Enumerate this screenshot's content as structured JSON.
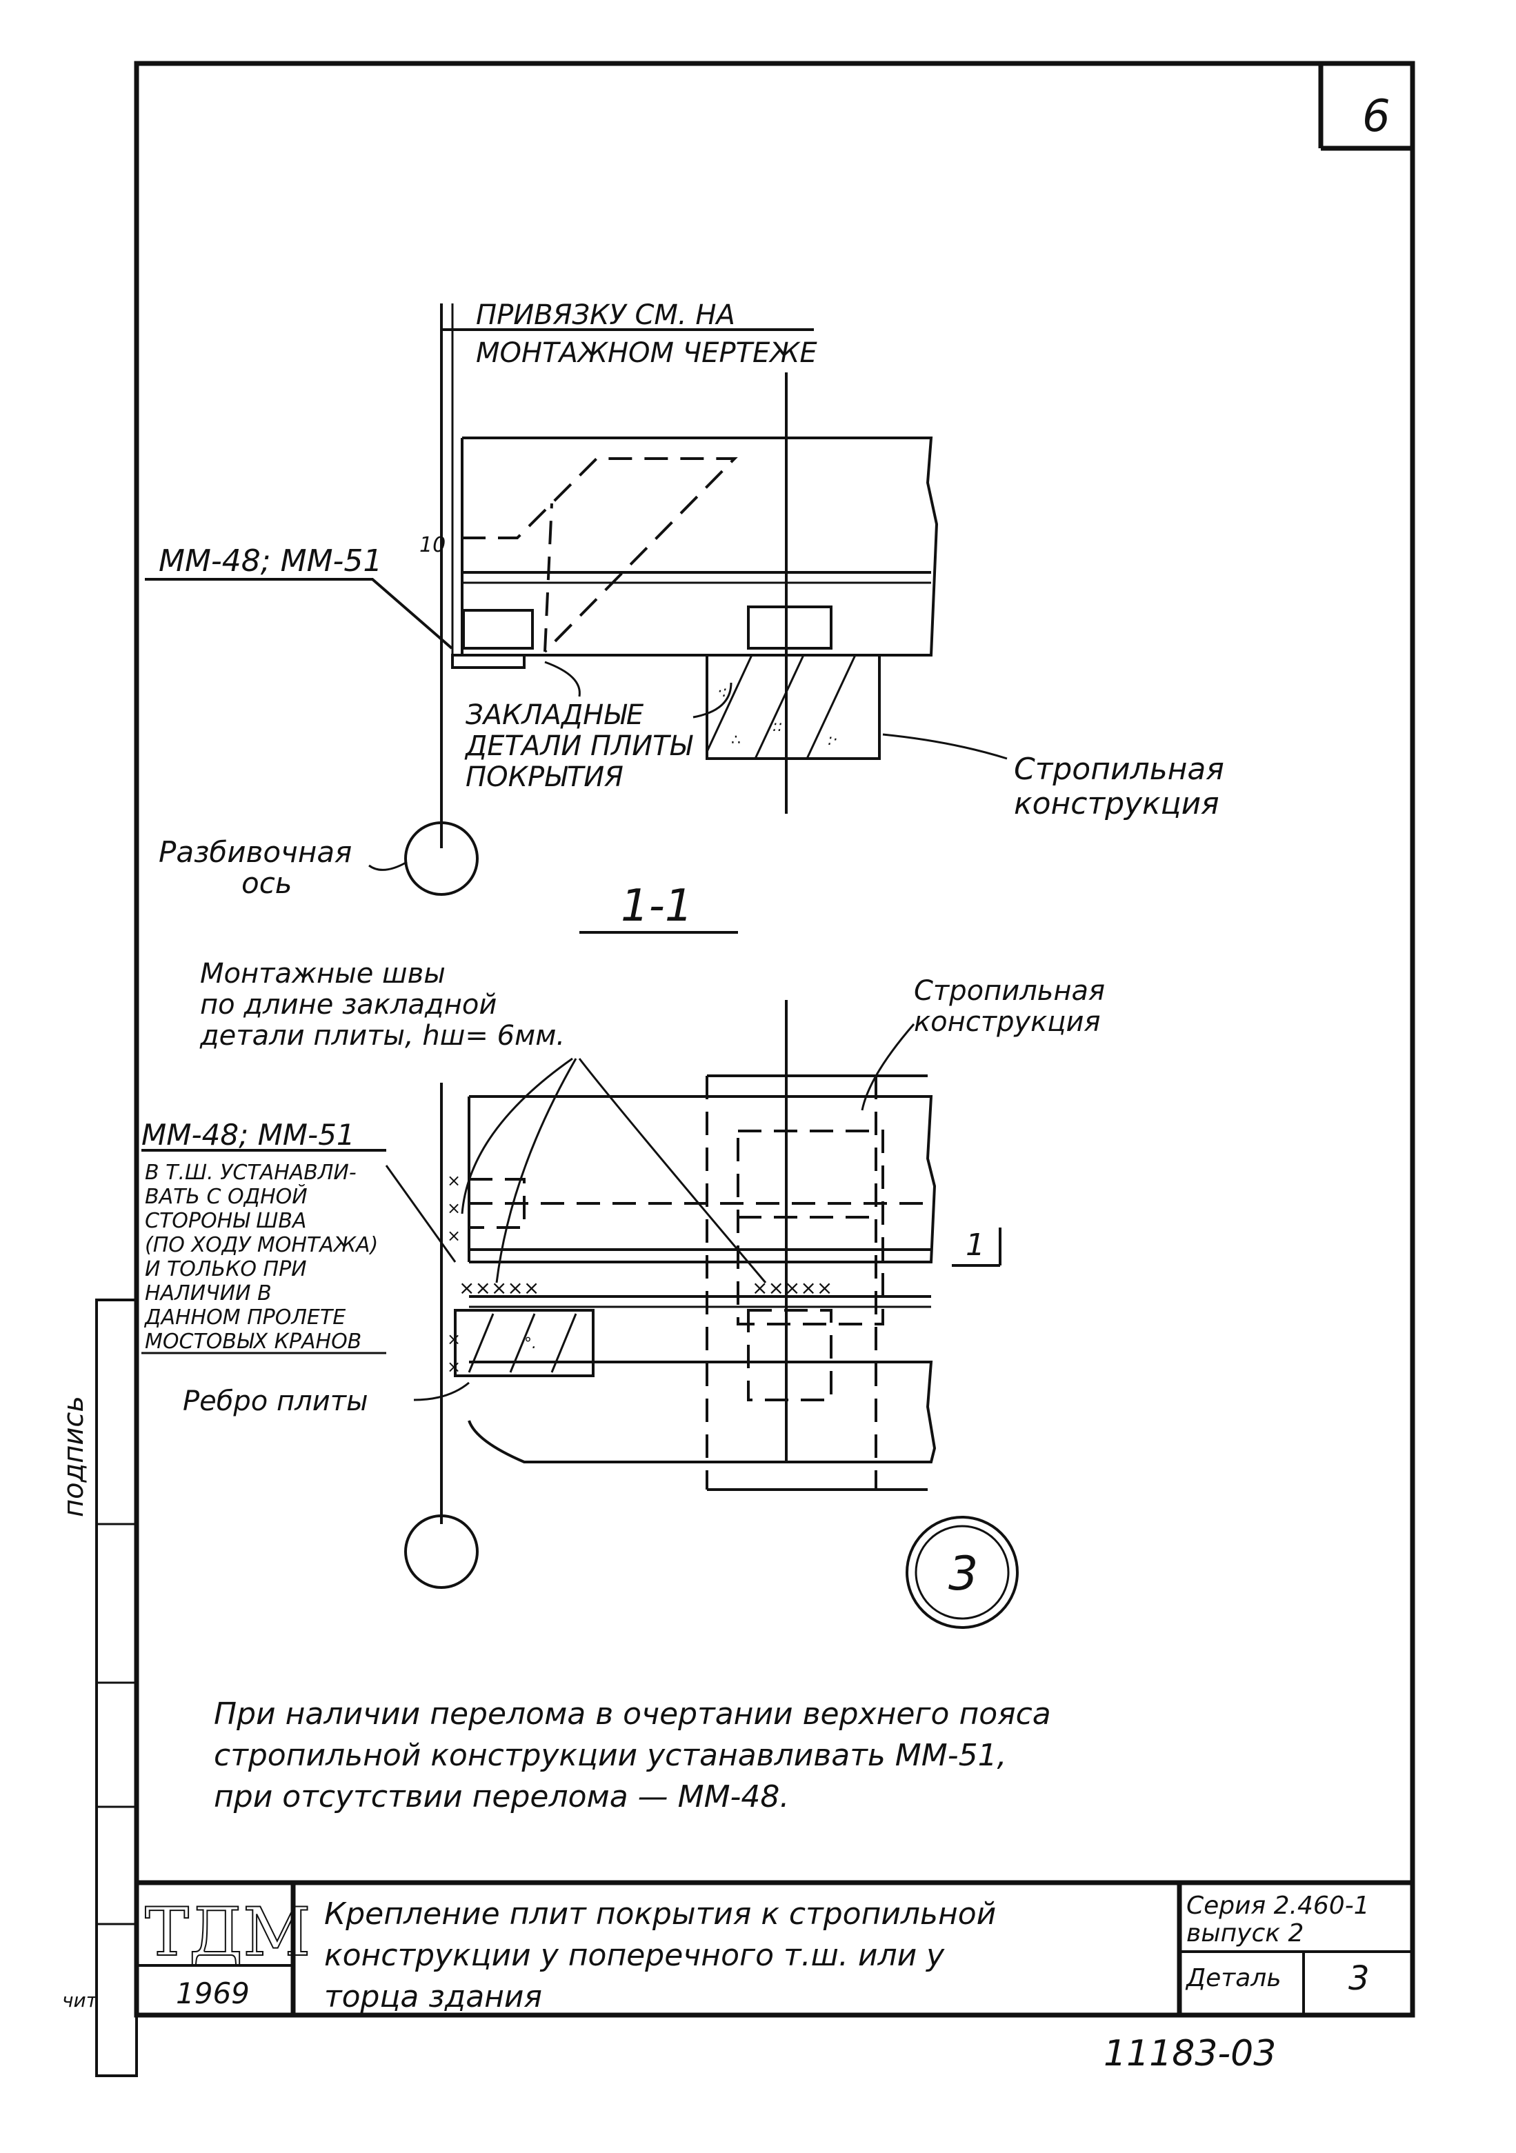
{
  "sheet": {
    "page_number": "6",
    "top_detail": {
      "reference_line1": "ПРИВЯЗКУ  СМ. НА",
      "reference_line2": "МОНТАЖНОМ  ЧЕРТЕЖЕ",
      "dimension": "10",
      "part_mark": "ММ-48; ММ-51",
      "embedded_label_1": "ЗАКЛАДНЫЕ",
      "embedded_label_2": "ДЕТАЛИ  ПЛИТЫ",
      "embedded_label_3": "ПОКРЫТИЯ",
      "rafter_label_1": "Стропильная",
      "rafter_label_2": "конструкция",
      "axis_label_1": "Разбивочная",
      "axis_label_2": "ось"
    },
    "section_title": "1-1",
    "bottom_detail": {
      "welds_label_1": "Монтажные  швы",
      "welds_label_2": "по  длине  закладной",
      "welds_label_3": "детали   плиты,  hш= 6мм.",
      "rafter_label_1": "Стропильная",
      "rafter_label_2": "конструкция",
      "part_mark": "ММ-48; ММ-51",
      "note_1": "В Т.Ш. УСТАНАВЛИ-",
      "note_2": "ВАТЬ  С  ОДНОЙ",
      "note_3": "СТОРОНЫ  ШВА",
      "note_4": "(ПО ХОДУ МОНТАЖА)",
      "note_5": "И ТОЛЬКО  ПРИ",
      "note_6": "НАЛИЧИИ  В",
      "note_7": "ДАННОМ ПРОЛЕТЕ",
      "note_8": "МОСТОВЫХ  КРАНОВ",
      "section_mark": "1",
      "rib_label": "Ребро  плиты",
      "detail_number": "3"
    },
    "footnote_1": "При   наличии   перелома   в очертании   верхнего  пояса",
    "footnote_2": "стропильной  конструкции  устанавливать  ММ-51,",
    "footnote_3": "при  отсутствии  перелома  —  ММ-48.",
    "title_block": {
      "org": "ТДМ",
      "year": "1969",
      "title_1": "Крепление плит покрытия   к стропильной",
      "title_2": "конструкции  у  поперечного  т.ш.  или  у",
      "title_3": "торца   здания",
      "series_label": "Серия 2.460-1",
      "issue_label": "выпуск  2",
      "detail_label": "Деталь",
      "detail_value": "3"
    },
    "margin_signature": "подпись",
    "margin_label": "чит",
    "drawing_number": "11183-03"
  }
}
